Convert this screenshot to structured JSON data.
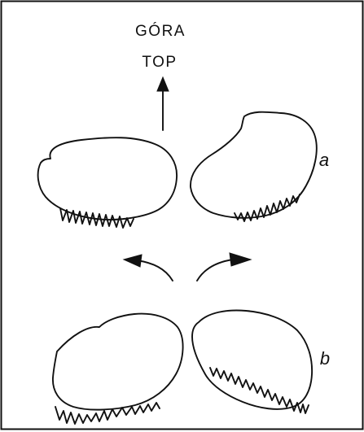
{
  "labels": {
    "top_pl": "GÓRA",
    "top_en": "TOP",
    "part_a": "a",
    "part_b": "b"
  },
  "colors": {
    "ink": "#111111",
    "background": "#ffffff"
  },
  "icons": {
    "direction_arrow": "arrow-up-icon",
    "rotate_left": "curved-arrow-left-icon",
    "rotate_right": "curved-arrow-right-icon"
  }
}
